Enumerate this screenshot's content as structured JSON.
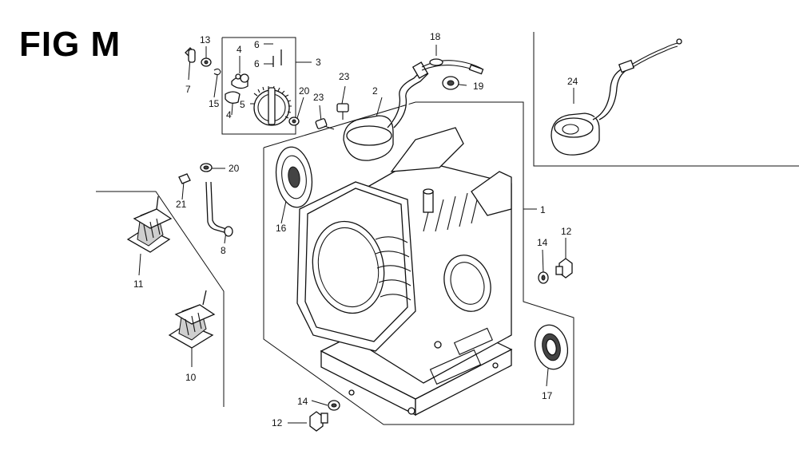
{
  "figure": {
    "title": "FIG M"
  },
  "callouts": [
    "1",
    "2",
    "3",
    "4",
    "4",
    "5",
    "6",
    "6",
    "7",
    "8",
    "10",
    "11",
    "12",
    "12",
    "13",
    "14",
    "14",
    "15",
    "16",
    "17",
    "18",
    "19",
    "20",
    "20",
    "21",
    "23",
    "23",
    "24"
  ]
}
